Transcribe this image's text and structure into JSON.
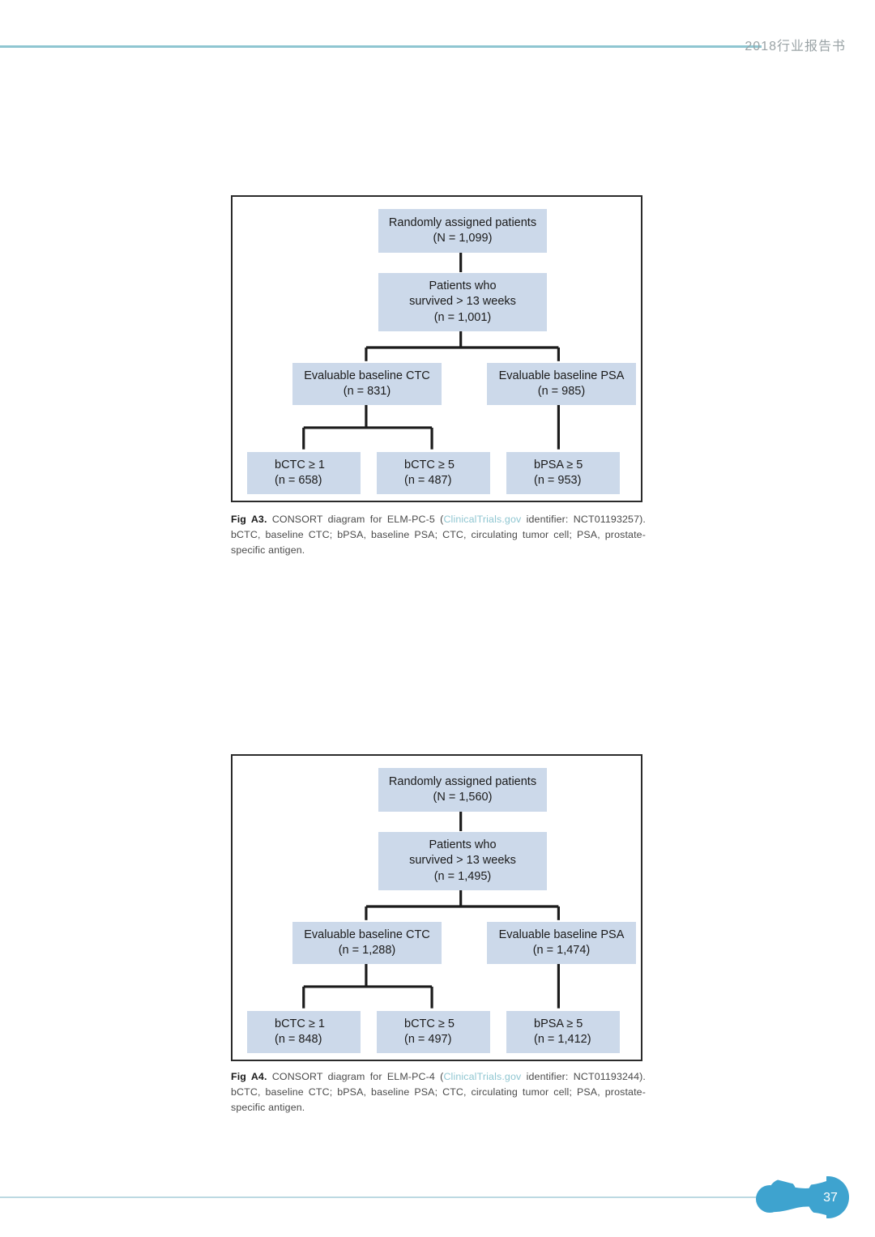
{
  "header": {
    "title": "2018行业报告书",
    "rule_color": "#8fc6d1"
  },
  "theme": {
    "node_fill": "#ccd9ea",
    "frame_stroke": "#2b2b2b",
    "accent": "#3ea3cf",
    "link_color": "#8fc6d1"
  },
  "figures": [
    {
      "id": "A3",
      "nodes": {
        "randomly_assigned": {
          "line1": "Randomly assigned patients",
          "line2": "(N = 1,099)"
        },
        "survived": {
          "line1": "Patients who",
          "line2": "survived > 13 weeks",
          "line3": "(n = 1,001)"
        },
        "evaluable_ctc": {
          "line1": "Evaluable baseline CTC",
          "line2": "(n = 831)"
        },
        "evaluable_psa": {
          "line1": "Evaluable baseline PSA",
          "line2": "(n = 985)"
        },
        "bctc_1": {
          "line1": "bCTC ≥ 1",
          "line2": "(n = 658)"
        },
        "bctc_5": {
          "line1": "bCTC ≥ 5",
          "line2": "(n = 487)"
        },
        "bpsa_5": {
          "line1": "bPSA ≥ 5",
          "line2": "(n = 953)"
        }
      },
      "caption": {
        "label": "Fig A3.",
        "text_before_link": " CONSORT diagram for ELM-PC-5 (",
        "link": "ClinicalTrials.gov",
        "text_after_link": " identifier: NCT01193257). bCTC, baseline CTC; bPSA, baseline PSA; CTC, circulating tumor cell; PSA, prostate-specific antigen."
      }
    },
    {
      "id": "A4",
      "nodes": {
        "randomly_assigned": {
          "line1": "Randomly assigned patients",
          "line2": "(N = 1,560)"
        },
        "survived": {
          "line1": "Patients who",
          "line2": "survived > 13 weeks",
          "line3": "(n = 1,495)"
        },
        "evaluable_ctc": {
          "line1": "Evaluable baseline CTC",
          "line2": "(n = 1,288)"
        },
        "evaluable_psa": {
          "line1": "Evaluable baseline PSA",
          "line2": "(n = 1,474)"
        },
        "bctc_1": {
          "line1": "bCTC ≥ 1",
          "line2": "(n = 848)"
        },
        "bctc_5": {
          "line1": "bCTC ≥ 5",
          "line2": "(n = 497)"
        },
        "bpsa_5": {
          "line1": "bPSA ≥ 5",
          "line2": "(n = 1,412)"
        }
      },
      "caption": {
        "label": "Fig A4.",
        "text_before_link": " CONSORT diagram for ELM-PC-4 (",
        "link": "ClinicalTrials.gov",
        "text_after_link": " identifier: NCT01193244). bCTC, baseline CTC; bPSA, baseline PSA; CTC, circulating tumor cell; PSA, prostate-specific antigen."
      }
    }
  ],
  "footer": {
    "page_number": "37",
    "rule_color": "#bcd9e2"
  }
}
